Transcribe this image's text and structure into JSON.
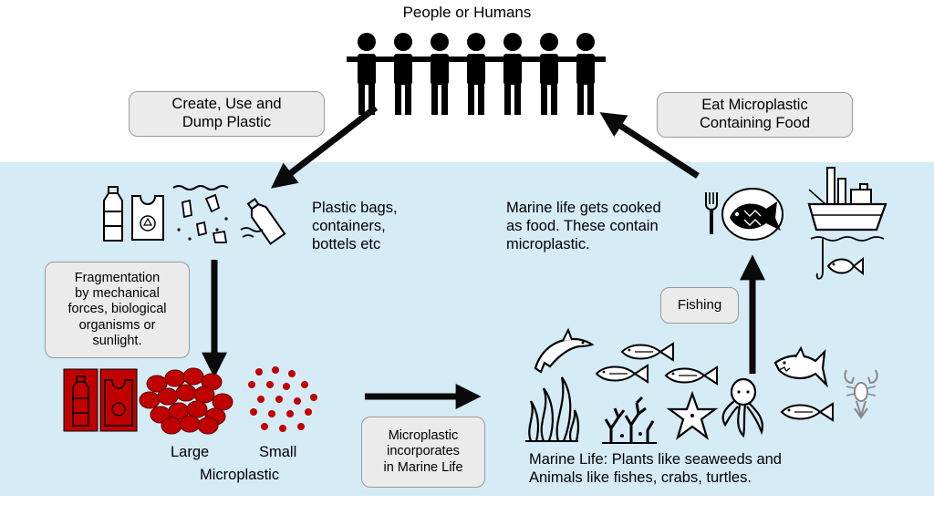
{
  "title": "People or Humans",
  "boxes": {
    "create": [
      "Create, Use and",
      "Dump Plastic"
    ],
    "eat": [
      "Eat Microplastic",
      "Containing Food"
    ],
    "fragmentation": [
      "Fragmentation",
      "by mechanical",
      "forces, biological",
      "organisms or",
      "sunlight."
    ],
    "incorporates": [
      "Microplastic",
      "incorporates",
      "in Marine Life"
    ],
    "fishing": "Fishing"
  },
  "labels": {
    "plastic_items": [
      "Plastic bags,",
      "containers,",
      "bottels etc"
    ],
    "cooked": [
      "Marine life gets cooked",
      "as food. These contain",
      "microplastic."
    ],
    "large": "Large",
    "small": "Small",
    "microplastic": "Microplastic",
    "marine_life": [
      "Marine Life: Plants like seaweeds and",
      "Animals like fishes, crabs, turtles."
    ]
  },
  "colors": {
    "sea": "#d5ebf6",
    "box_fill": "#ebebeb",
    "plastic_red": "#c00000",
    "arrow": "#0a0a0a"
  },
  "icons": [
    "person-icon",
    "bottle-icon",
    "bag-icon",
    "floating-litter-icon",
    "bottle-in-water-icon",
    "red-bottle-icon",
    "red-bag-icon",
    "large-microplastic-icon",
    "small-microplastic-icon",
    "dolphin-icon",
    "fish-icon",
    "seaweed-icon",
    "coral-icon",
    "starfish-icon",
    "octopus-icon",
    "shark-icon",
    "lobster-icon",
    "fork-icon",
    "fish-plate-icon",
    "ship-icon",
    "hooked-fish-icon"
  ]
}
